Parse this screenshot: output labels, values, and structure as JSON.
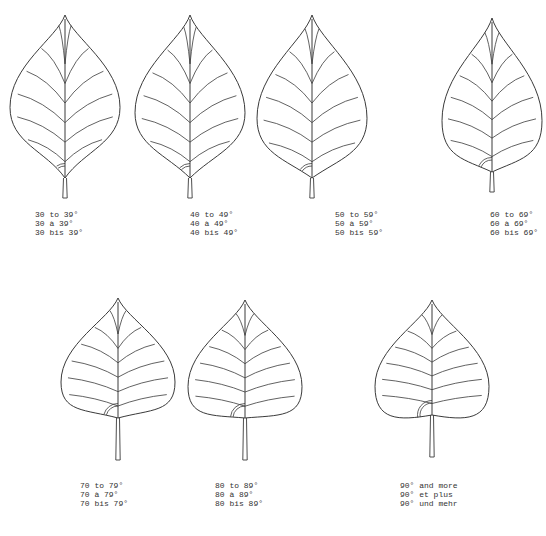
{
  "diagram": {
    "labels": [
      "30 to 39°",
      "30 à 39°",
      "30 bis 39°",
      "40 to 49°",
      "40 à 49°",
      "40 bis 49°",
      "50 to 59°",
      "50 à 59°",
      "50 bis 59°",
      "60 to 69°",
      "60 à 69°",
      "60 bis 69°",
      "70 to 79°",
      "70 à 79°",
      "70 bis 79°",
      "80 to 89°",
      "80 à 89°",
      "80 bis 89°",
      "90° and more",
      "90° et plus",
      "90° und mehr"
    ]
  }
}
